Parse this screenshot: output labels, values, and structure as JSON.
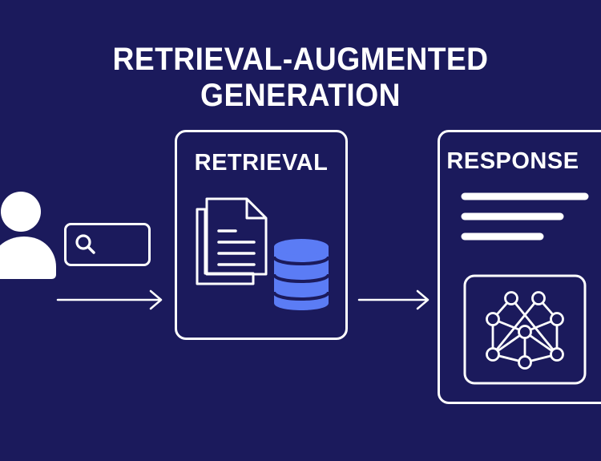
{
  "title": "RETRIEVAL-AUGMENTED GENERATION",
  "colors": {
    "background": "#1b1a5c",
    "foreground": "#ffffff",
    "database_accent": "#5b7cf5"
  },
  "user": {
    "icon": "user-icon",
    "query_icon": "search-icon"
  },
  "retrieval": {
    "label": "RETRIEVAL",
    "icons": [
      "documents-icon",
      "database-icon"
    ]
  },
  "response": {
    "label": "RESPONSE",
    "text_line_count": 3,
    "icon": "neural-network-icon"
  },
  "flow": [
    "User query",
    "RETRIEVAL",
    "RESPONSE"
  ]
}
